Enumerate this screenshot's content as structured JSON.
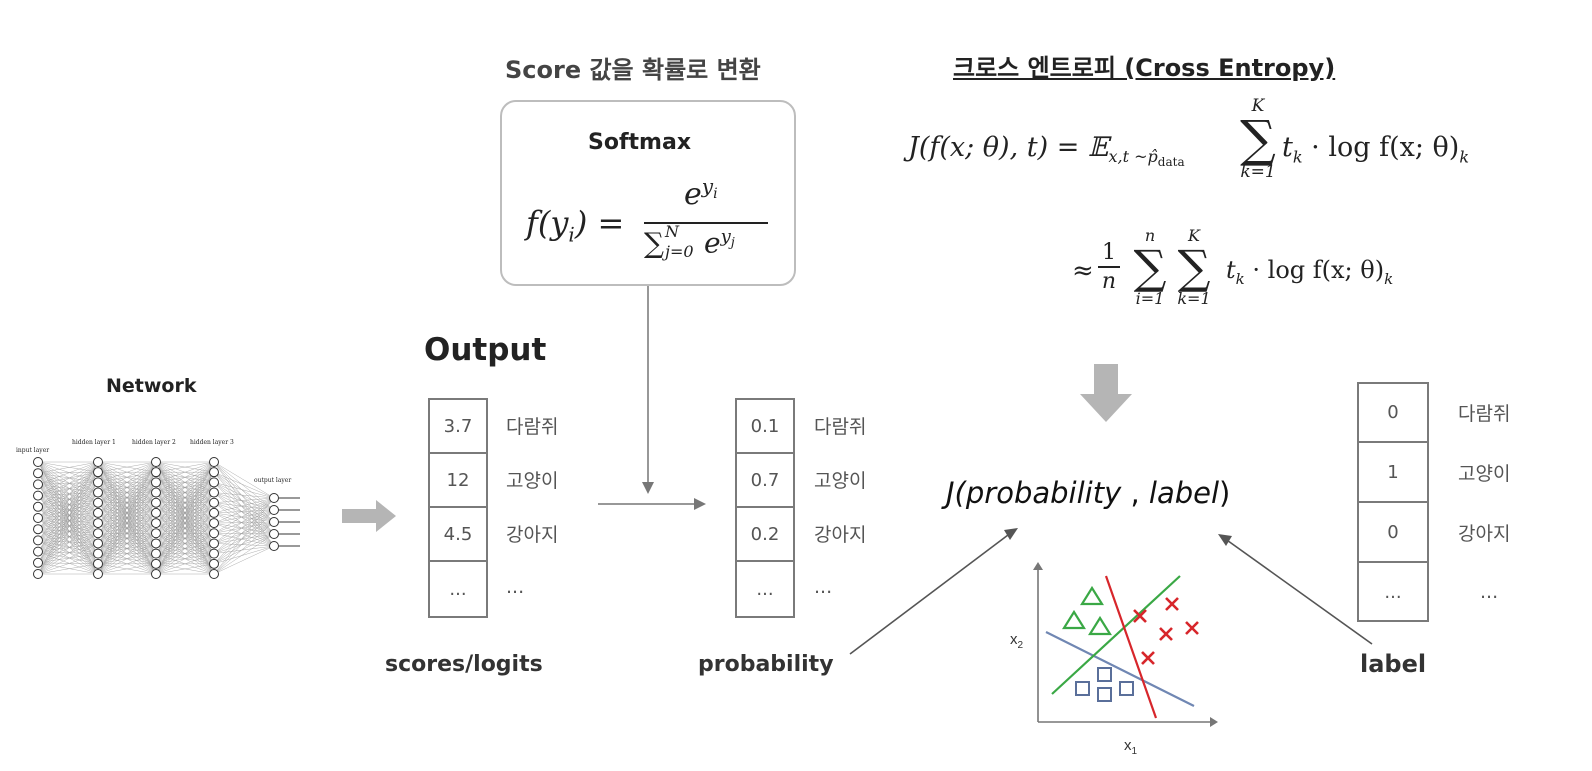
{
  "titles": {
    "score_to_prob": "Score 값을 확률로 변환",
    "cross_entropy": "크로스 엔트로피 (Cross Entropy)"
  },
  "softmax": {
    "label": "Softmax",
    "lhs": "f(y",
    "lhs_sub": "i",
    "lhs_close": ") =",
    "numerator": "e",
    "numerator_sup": "y",
    "numerator_sup_sub": "i",
    "denominator": "∑",
    "denominator_sup": "N",
    "denominator_sub": "j=0",
    "denominator_e": "e",
    "denominator_e_sup": "y",
    "denominator_e_sup_sub": "j"
  },
  "cross_entropy_formula": {
    "line1_lhs": "J(f(x; θ), t) = 𝔼",
    "line1_sub": "x,t ~p̂",
    "line1_sub_data": "data",
    "sum_top": "K",
    "sum_bottom": "k=1",
    "sum": "∑",
    "term": "t",
    "term_sub": "k",
    "term_rest": "· log f(x; θ)",
    "term_rest_sub": "k",
    "line2_approx": "≈",
    "frac_num": "1",
    "frac_den": "n",
    "sum2_top": "n",
    "sum2_bottom": "i=1",
    "sum3_top": "K",
    "sum3_bottom": "k=1"
  },
  "network": {
    "title": "Network",
    "layer_labels": [
      "input layer",
      "hidden layer 1",
      "hidden layer 2",
      "hidden layer 3",
      "output layer"
    ]
  },
  "output": {
    "heading": "Output",
    "scores": [
      "3.7",
      "12",
      "4.5",
      "..."
    ],
    "classes": [
      "다람쥐",
      "고양이",
      "강아지",
      "..."
    ],
    "caption": "scores/logits"
  },
  "probability": {
    "values": [
      "0.1",
      "0.7",
      "0.2",
      "..."
    ],
    "classes": [
      "다람쥐",
      "고양이",
      "강아지",
      "..."
    ],
    "caption": "probability"
  },
  "label": {
    "values": [
      "0",
      "1",
      "0",
      "..."
    ],
    "classes": [
      "다람쥐",
      "고양이",
      "강아지",
      "..."
    ],
    "caption": "label"
  },
  "loss": {
    "j": "J(",
    "arg1": "probability",
    "comma": " , ",
    "arg2": "label",
    "close": ")"
  },
  "scatter": {
    "xlabel": "x",
    "xlabel_sub": "1",
    "ylabel": "x",
    "ylabel_sub": "2"
  },
  "colors": {
    "arrow_gray": "#b5b5b5",
    "green": "#3aa845",
    "red": "#d7262b",
    "blue": "#7087b3",
    "box_border": "#7a7a7a"
  }
}
